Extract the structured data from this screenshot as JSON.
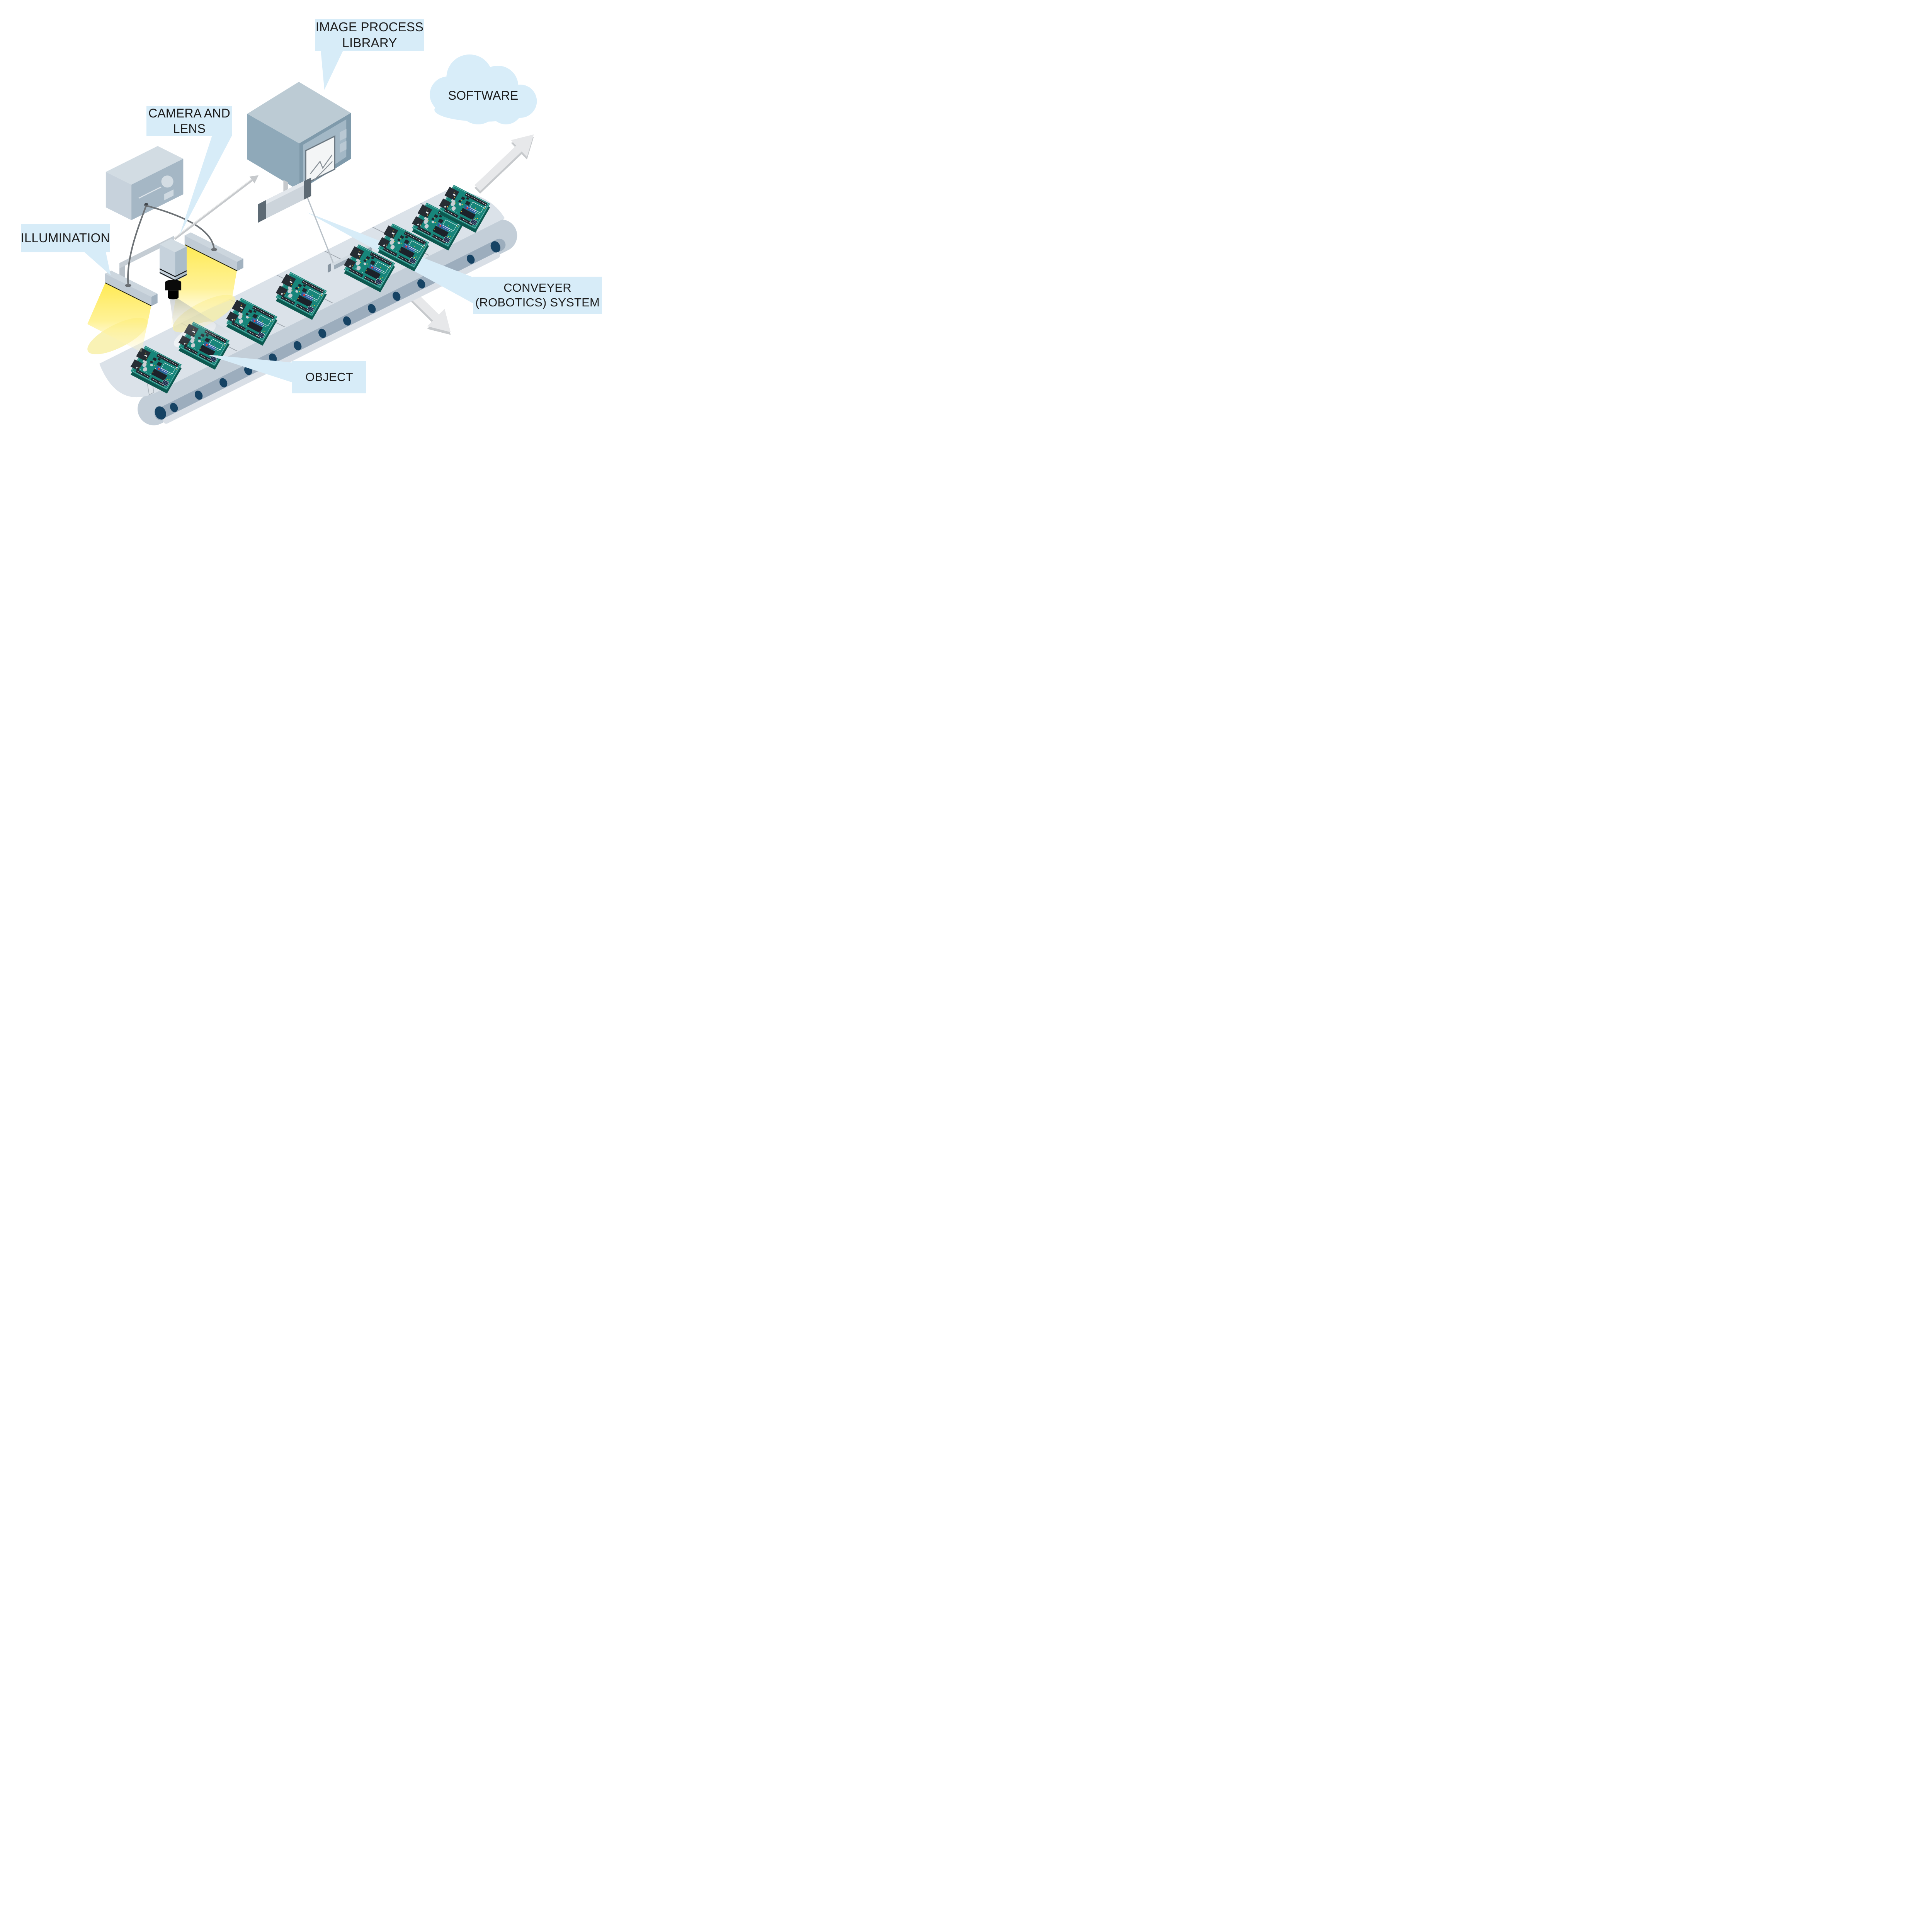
{
  "title": "Machine vision inspection system diagram",
  "labels": {
    "image_process_library": "IMAGE PROCESS\nLIBRARY",
    "camera_and_lens": "CAMERA AND\nLENS",
    "software": "SOFTWARE",
    "illumination": "ILLUMINATION",
    "conveyer_system": "CONVEYER\n(ROBOTICS) SYSTEM",
    "object": "OBJECT"
  },
  "colors": {
    "callout_bg": "#d7ecf8",
    "label_text": "#1c1c1c",
    "belt_top": "#dbe2e9",
    "belt_side": "#c3ced8",
    "roller_navy": "#164364",
    "pcb_green": "#17857a",
    "pcb_edge": "#0c584f",
    "light_yellow": "#ffe94d",
    "metal_light": "#ccd6de",
    "metal_mid": "#a5b7c5",
    "monitor_face": "#7f9aab",
    "arrow_gray": "#e7e8ea",
    "cable_gray": "#6d7276"
  },
  "scene_objects": [
    "software-cloud",
    "image-process-unit",
    "camera-with-lens",
    "illumination-bars",
    "light-controller",
    "trigger-sensor",
    "conveyor-belt",
    "circuit-board-objects",
    "flow-arrows"
  ]
}
